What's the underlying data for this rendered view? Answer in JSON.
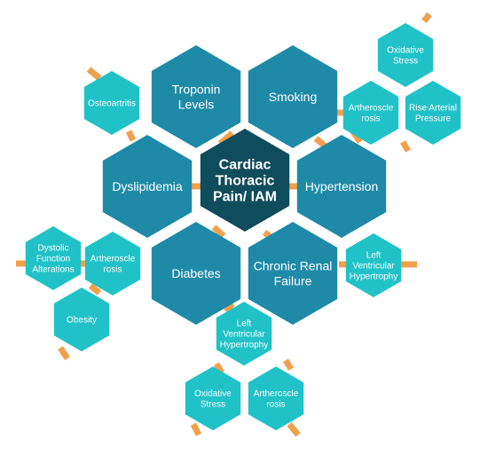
{
  "colors": {
    "center": "#0f4c5c",
    "primary": "#1e8aa8",
    "secondary": "#21c2c7",
    "connector": "#f0a04b",
    "text": "#ffffff"
  },
  "center": {
    "lines": [
      "Cardiac",
      "Thoracic",
      "Pain/ IAM"
    ]
  },
  "primary_factors": [
    {
      "id": "troponin",
      "lines": [
        "Troponin",
        "Levels"
      ]
    },
    {
      "id": "smoking",
      "lines": [
        "Smoking"
      ]
    },
    {
      "id": "dyslipidemia",
      "lines": [
        "Dyslipidemia"
      ]
    },
    {
      "id": "hypertension",
      "lines": [
        "Hypertension"
      ]
    },
    {
      "id": "diabetes",
      "lines": [
        "Diabetes"
      ]
    },
    {
      "id": "ckd",
      "lines": [
        "Chronic Renal",
        "Failure"
      ]
    }
  ],
  "secondary_factors": [
    {
      "id": "osteoartritis",
      "lines": [
        "Osteoartritis"
      ]
    },
    {
      "id": "oxidative-top",
      "lines": [
        "Oxidative",
        "Stress"
      ]
    },
    {
      "id": "athero-top",
      "lines": [
        "Artheroscle",
        "rosis"
      ]
    },
    {
      "id": "rise-bp",
      "lines": [
        "Rise Arterial",
        "Pressure"
      ]
    },
    {
      "id": "lvh-right",
      "lines": [
        "Left",
        "Ventricular",
        "Hypertrophy"
      ]
    },
    {
      "id": "dystolic",
      "lines": [
        "Dystolic",
        "Function",
        "Alterations"
      ]
    },
    {
      "id": "athero-left",
      "lines": [
        "Artheroscle",
        "rosis"
      ]
    },
    {
      "id": "obesity",
      "lines": [
        "Obesity"
      ]
    },
    {
      "id": "lvh-bottom",
      "lines": [
        "Left",
        "Ventricular",
        "Hypertrophy"
      ]
    },
    {
      "id": "oxidative-bottom",
      "lines": [
        "Oxidative",
        "Stress"
      ]
    },
    {
      "id": "athero-bottom",
      "lines": [
        "Artheroscle",
        "rosis"
      ]
    }
  ]
}
